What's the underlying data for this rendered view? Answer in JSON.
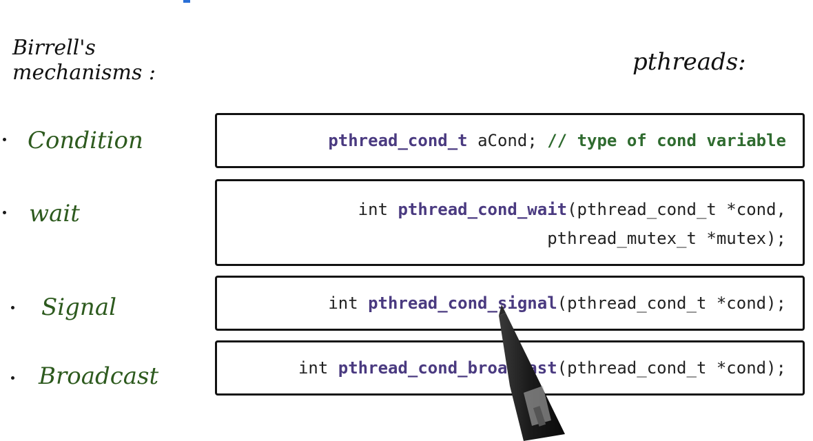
{
  "headings": {
    "left_line1": "Birrell's",
    "left_line2": "mechanisms :",
    "right": "pthreads:"
  },
  "rows": [
    {
      "label": "Condition",
      "code": {
        "type": "pthread_cond_t",
        "rest": " aCond; ",
        "comment": "// type of cond variable"
      }
    },
    {
      "label": "wait",
      "code": {
        "prefix": "int ",
        "fn": "pthread_cond_wait",
        "args_line1": "(pthread_cond_t *cond,",
        "args_line2": "pthread_mutex_t *mutex);"
      }
    },
    {
      "label": "Signal",
      "code": {
        "prefix": "int ",
        "fn": "pthread_cond_signal",
        "args": "(pthread_cond_t *cond);"
      }
    },
    {
      "label": "Broadcast",
      "code": {
        "prefix": "int ",
        "fn": "pthread_cond_broadcast",
        "args": "(pthread_cond_t *cond);"
      }
    }
  ],
  "colors": {
    "label_green": "#2d5a1e",
    "function_purple": "#4a3a80",
    "comment_green": "#2f6b2f",
    "box_border": "#111111"
  },
  "icons": {
    "pointer": "stylus-pen-icon"
  }
}
